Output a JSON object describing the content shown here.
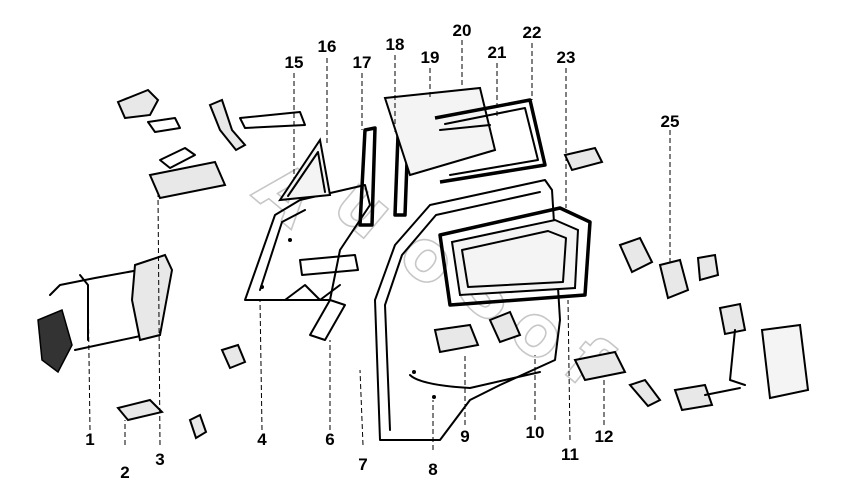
{
  "diagram": {
    "callouts": [
      {
        "id": "c1",
        "label": "1"
      },
      {
        "id": "c2",
        "label": "2"
      },
      {
        "id": "c3",
        "label": "3"
      },
      {
        "id": "c4",
        "label": "4"
      },
      {
        "id": "c6",
        "label": "6"
      },
      {
        "id": "c7",
        "label": "7"
      },
      {
        "id": "c8",
        "label": "8"
      },
      {
        "id": "c9",
        "label": "9"
      },
      {
        "id": "c10",
        "label": "10"
      },
      {
        "id": "c11",
        "label": "11"
      },
      {
        "id": "c12",
        "label": "12"
      },
      {
        "id": "c15",
        "label": "15"
      },
      {
        "id": "c16",
        "label": "16"
      },
      {
        "id": "c17",
        "label": "17"
      },
      {
        "id": "c18",
        "label": "18"
      },
      {
        "id": "c19",
        "label": "19"
      },
      {
        "id": "c20",
        "label": "20"
      },
      {
        "id": "c21",
        "label": "21"
      },
      {
        "id": "c22",
        "label": "22"
      },
      {
        "id": "c23",
        "label": "23"
      },
      {
        "id": "c25",
        "label": "25"
      }
    ],
    "watermark": "AutoSoft"
  }
}
